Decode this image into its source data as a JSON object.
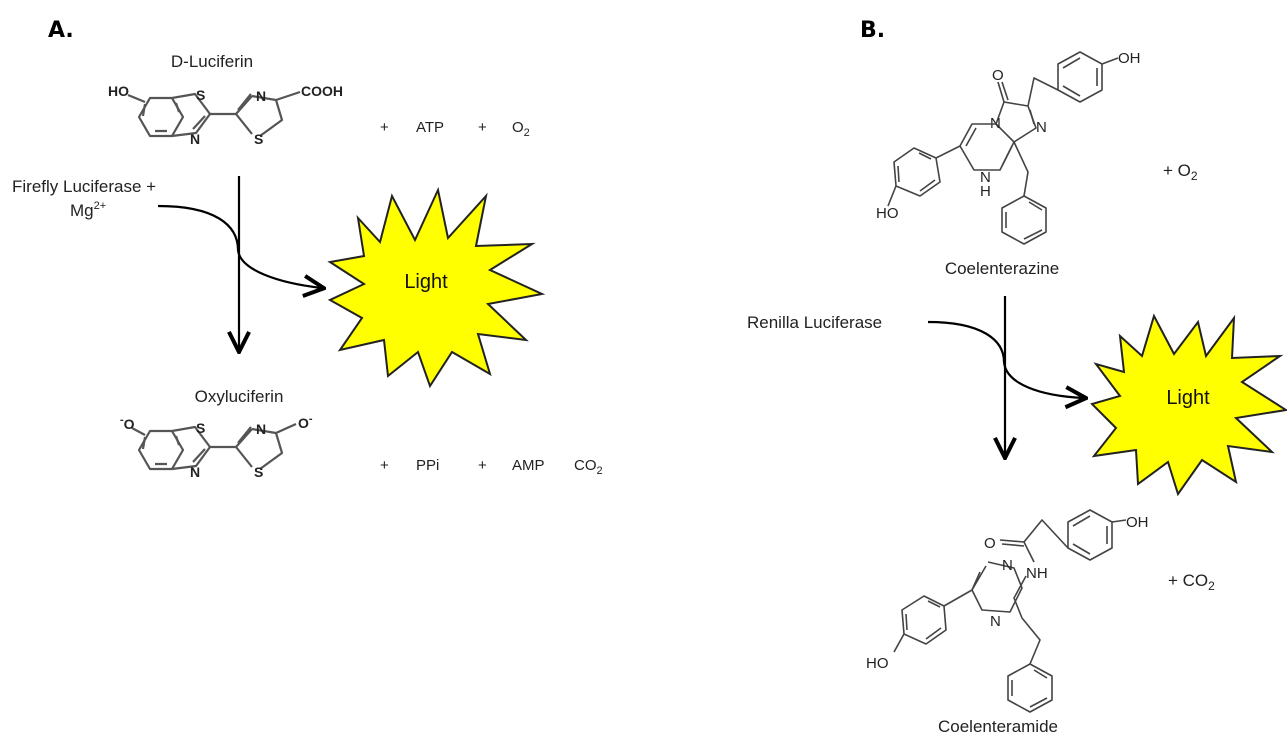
{
  "panel_a": {
    "label": "A.",
    "reactant_name": "D-Luciferin",
    "reactant_extra": [
      "+",
      "ATP",
      "+",
      "O"
    ],
    "o2_sub": "2",
    "enzyme_line1": "Firefly Luciferase +",
    "enzyme_line2": "Mg",
    "enzyme_sup": "2+",
    "light": "Light",
    "product_name": "Oxyluciferin",
    "product_extra": [
      "+",
      "PPi",
      "+",
      "AMP",
      "CO"
    ],
    "co2_sub": "2",
    "atoms": {
      "ho": "HO",
      "s": "S",
      "n": "N",
      "cooh": "COOH",
      "o_minus": "O",
      "minus": "-"
    }
  },
  "panel_b": {
    "label": "B.",
    "reactant_name": "Coelenterazine",
    "reactant_extra": "+ O",
    "o2_sub": "2",
    "enzyme": "Renilla Luciferase",
    "light": "Light",
    "product_name": "Coelenteramide",
    "product_extra": "+ CO",
    "co2_sub": "2",
    "atoms": {
      "o": "O",
      "oh": "OH",
      "ho": "HO",
      "n": "N",
      "h": "H",
      "nh": "NH"
    }
  },
  "colors": {
    "light_fill": "#ffff00",
    "light_stroke": "#222222"
  }
}
